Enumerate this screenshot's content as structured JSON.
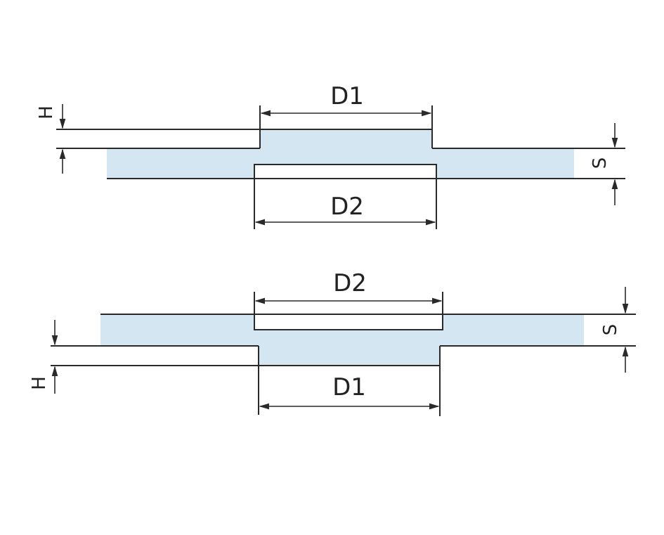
{
  "colors": {
    "fill": "#d4e6f1",
    "line": "#2a2a2a",
    "background": "#ffffff"
  },
  "top_view": {
    "label_d1": "D1",
    "label_d2": "D2",
    "label_h": "H",
    "label_s": "S"
  },
  "bottom_view": {
    "label_d1": "D1",
    "label_d2": "D2",
    "label_h": "H",
    "label_s": "S"
  }
}
